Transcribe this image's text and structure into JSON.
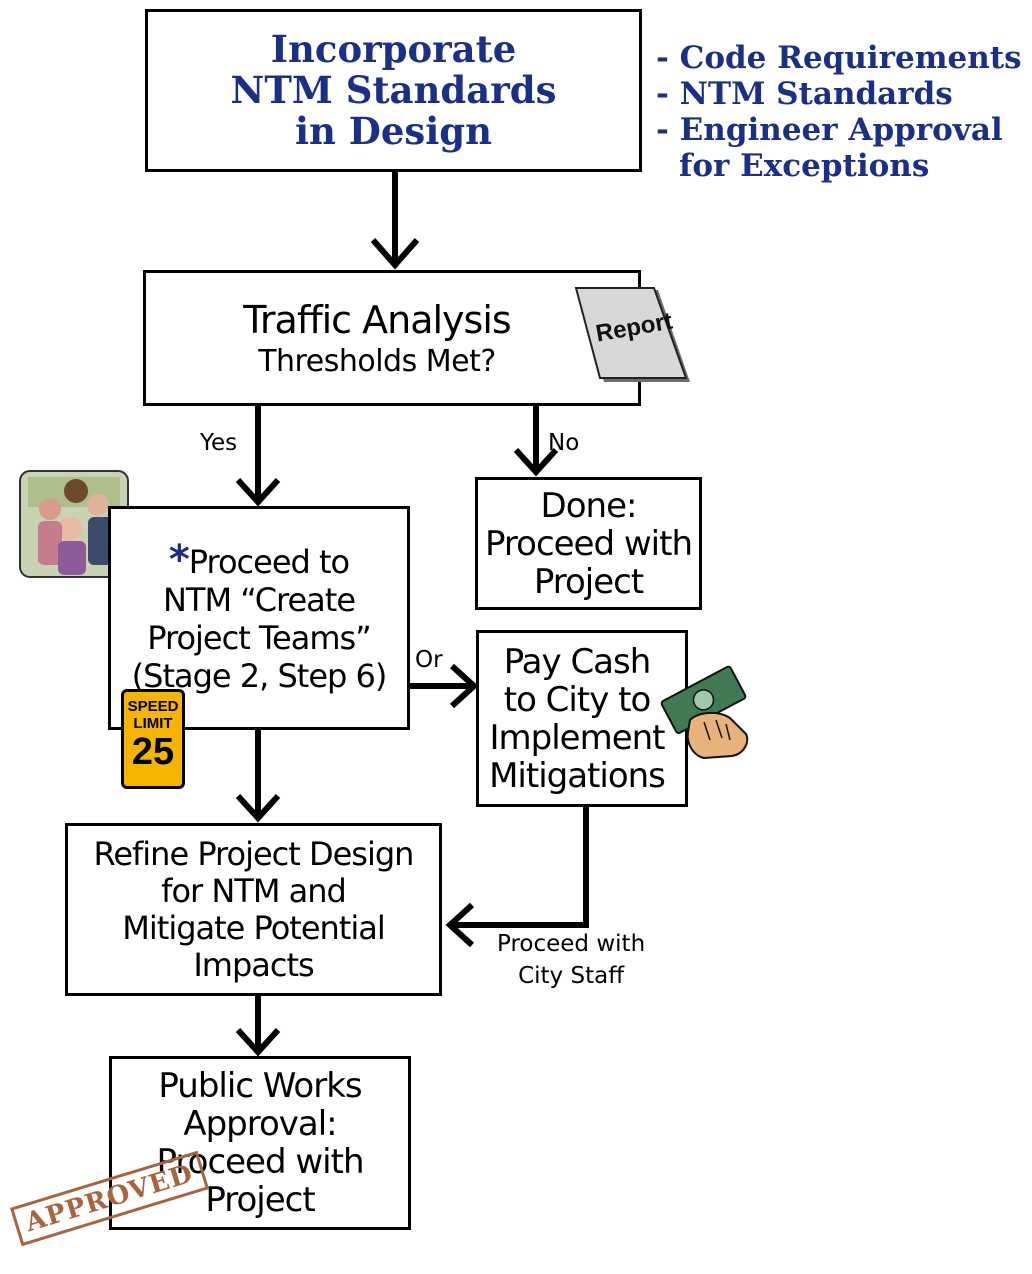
{
  "boxes": {
    "incorporate": {
      "lines": [
        "Incorporate",
        "NTM Standards",
        "in Design"
      ]
    },
    "traffic": {
      "title": "Traffic Analysis",
      "subtitle": "Thresholds Met?"
    },
    "proceed": {
      "asterisk": "*",
      "lines": [
        "Proceed to",
        "NTM “Create",
        "Project Teams”",
        "(Stage 2, Step 6)"
      ]
    },
    "done": {
      "lines": [
        "Done:",
        "Proceed with",
        "Project"
      ]
    },
    "pay": {
      "lines": [
        "Pay Cash",
        "to City to",
        "Implement",
        "Mitigations"
      ]
    },
    "refine": {
      "lines": [
        "Refine Project Design",
        "for NTM and",
        "Mitigate Potential",
        "Impacts"
      ]
    },
    "public": {
      "lines": [
        "Public Works",
        "Approval:",
        "Proceed with",
        "Project"
      ]
    }
  },
  "requirements": [
    "- Code Requirements",
    "- NTM Standards",
    "- Engineer Approval",
    "for Exceptions"
  ],
  "edge_labels": {
    "yes": "Yes",
    "no": "No",
    "or": "Or",
    "city_staff": [
      "Proceed with",
      "City Staff"
    ]
  },
  "clipart": {
    "report": "Report",
    "speed_sign": [
      "SPEED",
      "LIMIT",
      "25"
    ],
    "approved_stamp": "APPROVED"
  },
  "colors": {
    "heading_blue": "#1c2f86",
    "sign_yellow": "#f4b400",
    "stamp_brown": "#a8643f"
  },
  "icons": [
    "report-document-icon",
    "team-people-icon",
    "speed-limit-sign-icon",
    "cash-in-hand-icon",
    "approved-stamp-icon"
  ]
}
